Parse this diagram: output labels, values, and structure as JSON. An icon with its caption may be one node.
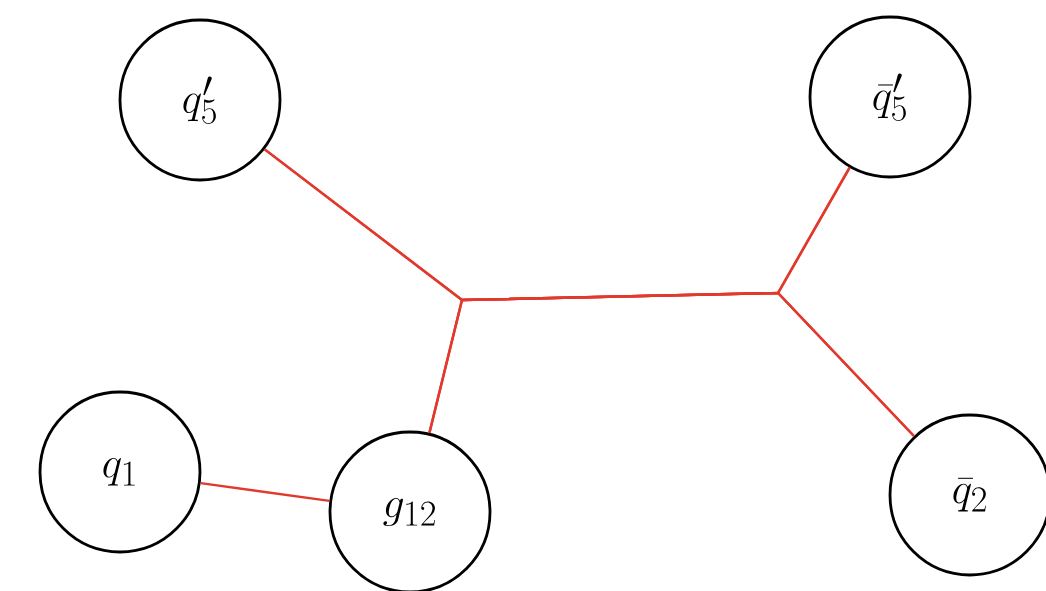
{
  "diagram": {
    "nodes": [
      {
        "text": [
          "q'_5"
        ]
      },
      {
        "text": [
          "\\bar{q}'_5"
        ]
      },
      {
        "text": [
          "q_1"
        ]
      },
      {
        "text": [
          "g_{12}"
        ]
      },
      {
        "text": [
          "\\bar{q}_2"
        ]
      }
    ],
    "edges": [
      {
        "from": 2,
        "to": 3,
        "arrow": "none"
      },
      {
        "from": 0,
        "to": 1,
        "arrow": "none"
      },
      {
        "from": 0,
        "to": 4,
        "arrow": "none"
      },
      {
        "from": 3,
        "to": 1,
        "arrow": "none"
      },
      {
        "from": 3,
        "to": 4,
        "arrow": "none"
      }
    ]
  }
}
